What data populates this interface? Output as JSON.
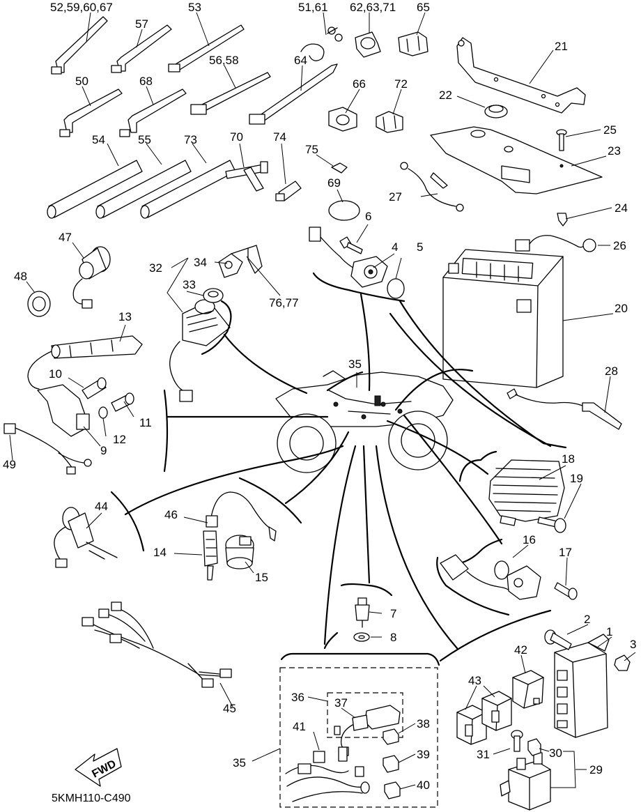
{
  "diagram_code": "5KMH110-C490",
  "fwd_label": "FWD",
  "callouts": {
    "c1": "1",
    "c2": "2",
    "c3": "3",
    "c4": "4",
    "c5": "5",
    "c6": "6",
    "c7": "7",
    "c8": "8",
    "c9": "9",
    "c10": "10",
    "c11": "11",
    "c12": "12",
    "c13": "13",
    "c14": "14",
    "c15": "15",
    "c16": "16",
    "c17": "17",
    "c18": "18",
    "c19": "19",
    "c20": "20",
    "c21": "21",
    "c22": "22",
    "c23": "23",
    "c24": "24",
    "c25": "25",
    "c26": "26",
    "c27": "27",
    "c28": "28",
    "c29": "29",
    "c30": "30",
    "c31": "31",
    "c32": "32",
    "c33": "33",
    "c34": "34",
    "c35a": "35",
    "c35b": "35",
    "c36": "36",
    "c37": "37",
    "c38": "38",
    "c39": "39",
    "c40": "40",
    "c41": "41",
    "c42": "42",
    "c43": "43",
    "c44": "44",
    "c45": "45",
    "c46": "46",
    "c47": "47",
    "c48": "48",
    "c49": "49",
    "c50": "50",
    "c51_61": "51,61",
    "c52": "52,59,60,67",
    "c53": "53",
    "c54": "54",
    "c55": "55",
    "c56_58": "56,58",
    "c57": "57",
    "c62": "62,63,71",
    "c64": "64",
    "c65": "65",
    "c66": "66",
    "c68": "68",
    "c69": "69",
    "c70": "70",
    "c72": "72",
    "c73": "73",
    "c74": "74",
    "c75": "75",
    "c76_77": "76,77"
  }
}
